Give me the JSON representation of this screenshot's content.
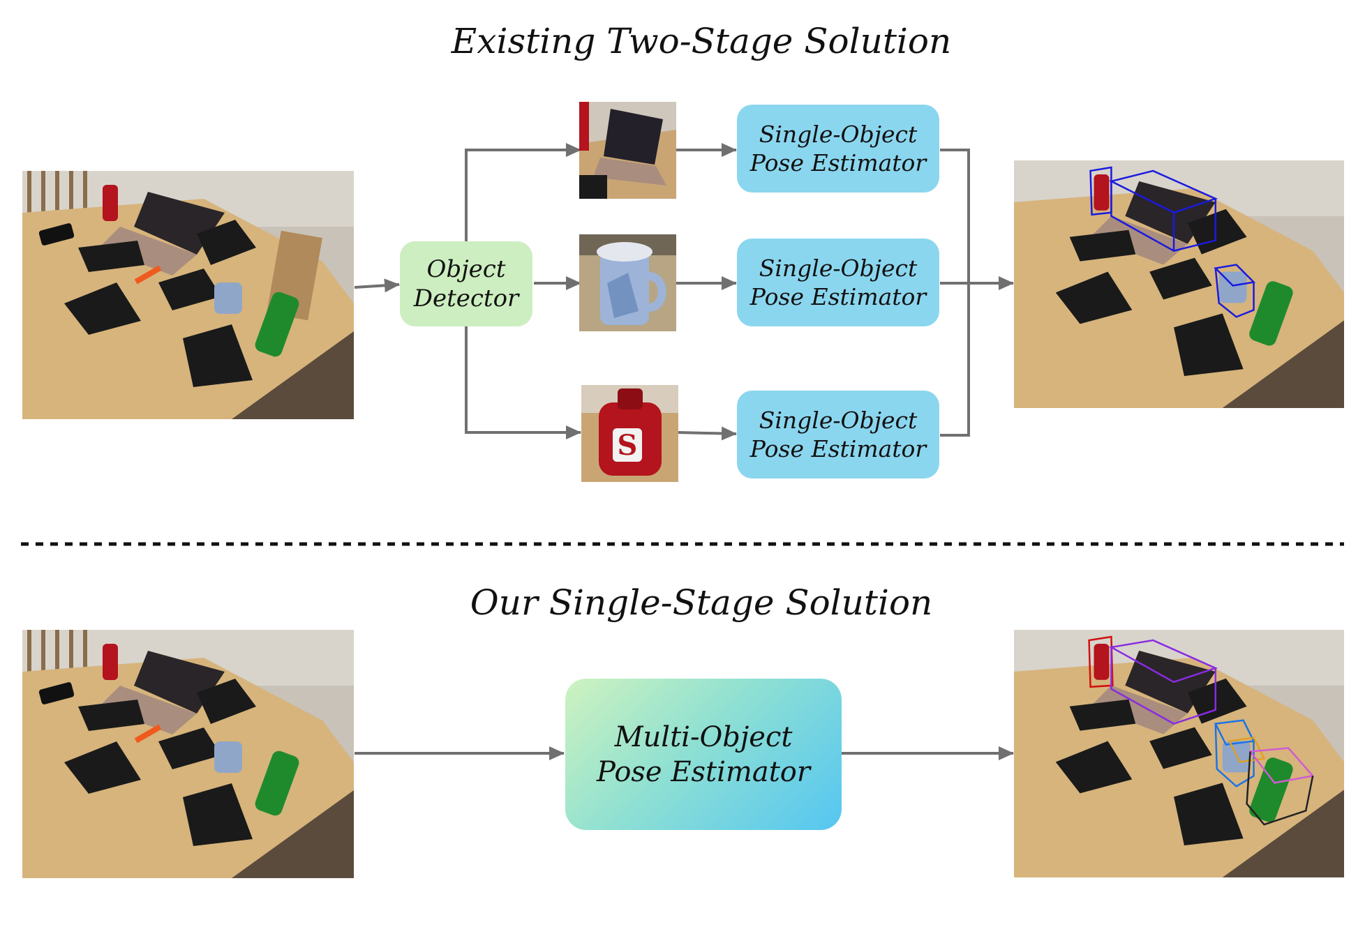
{
  "top_section": {
    "title": "Existing Two-Stage Solution",
    "detector": {
      "line1": "Object",
      "line2": "Detector"
    },
    "estimators": [
      {
        "line1": "Single-Object",
        "line2": "Pose Estimator"
      },
      {
        "line1": "Single-Object",
        "line2": "Pose Estimator"
      },
      {
        "line1": "Single-Object",
        "line2": "Pose Estimator"
      }
    ],
    "crops": [
      "laptop-crop",
      "mug-crop",
      "bottle-crop"
    ]
  },
  "bottom_section": {
    "title": "Our Single-Stage Solution",
    "estimator": {
      "line1": "Multi-Object",
      "line2": "Pose Estimator"
    }
  },
  "colors": {
    "detector": "#cdeec0",
    "single_estimator": "#8bd6ef",
    "multi_gradient_start": "#cff3bf",
    "multi_gradient_end": "#55c6f2",
    "arrow": "#707070",
    "pose_box_blue": "#1a1adf",
    "pose_box_red": "#d01010"
  }
}
